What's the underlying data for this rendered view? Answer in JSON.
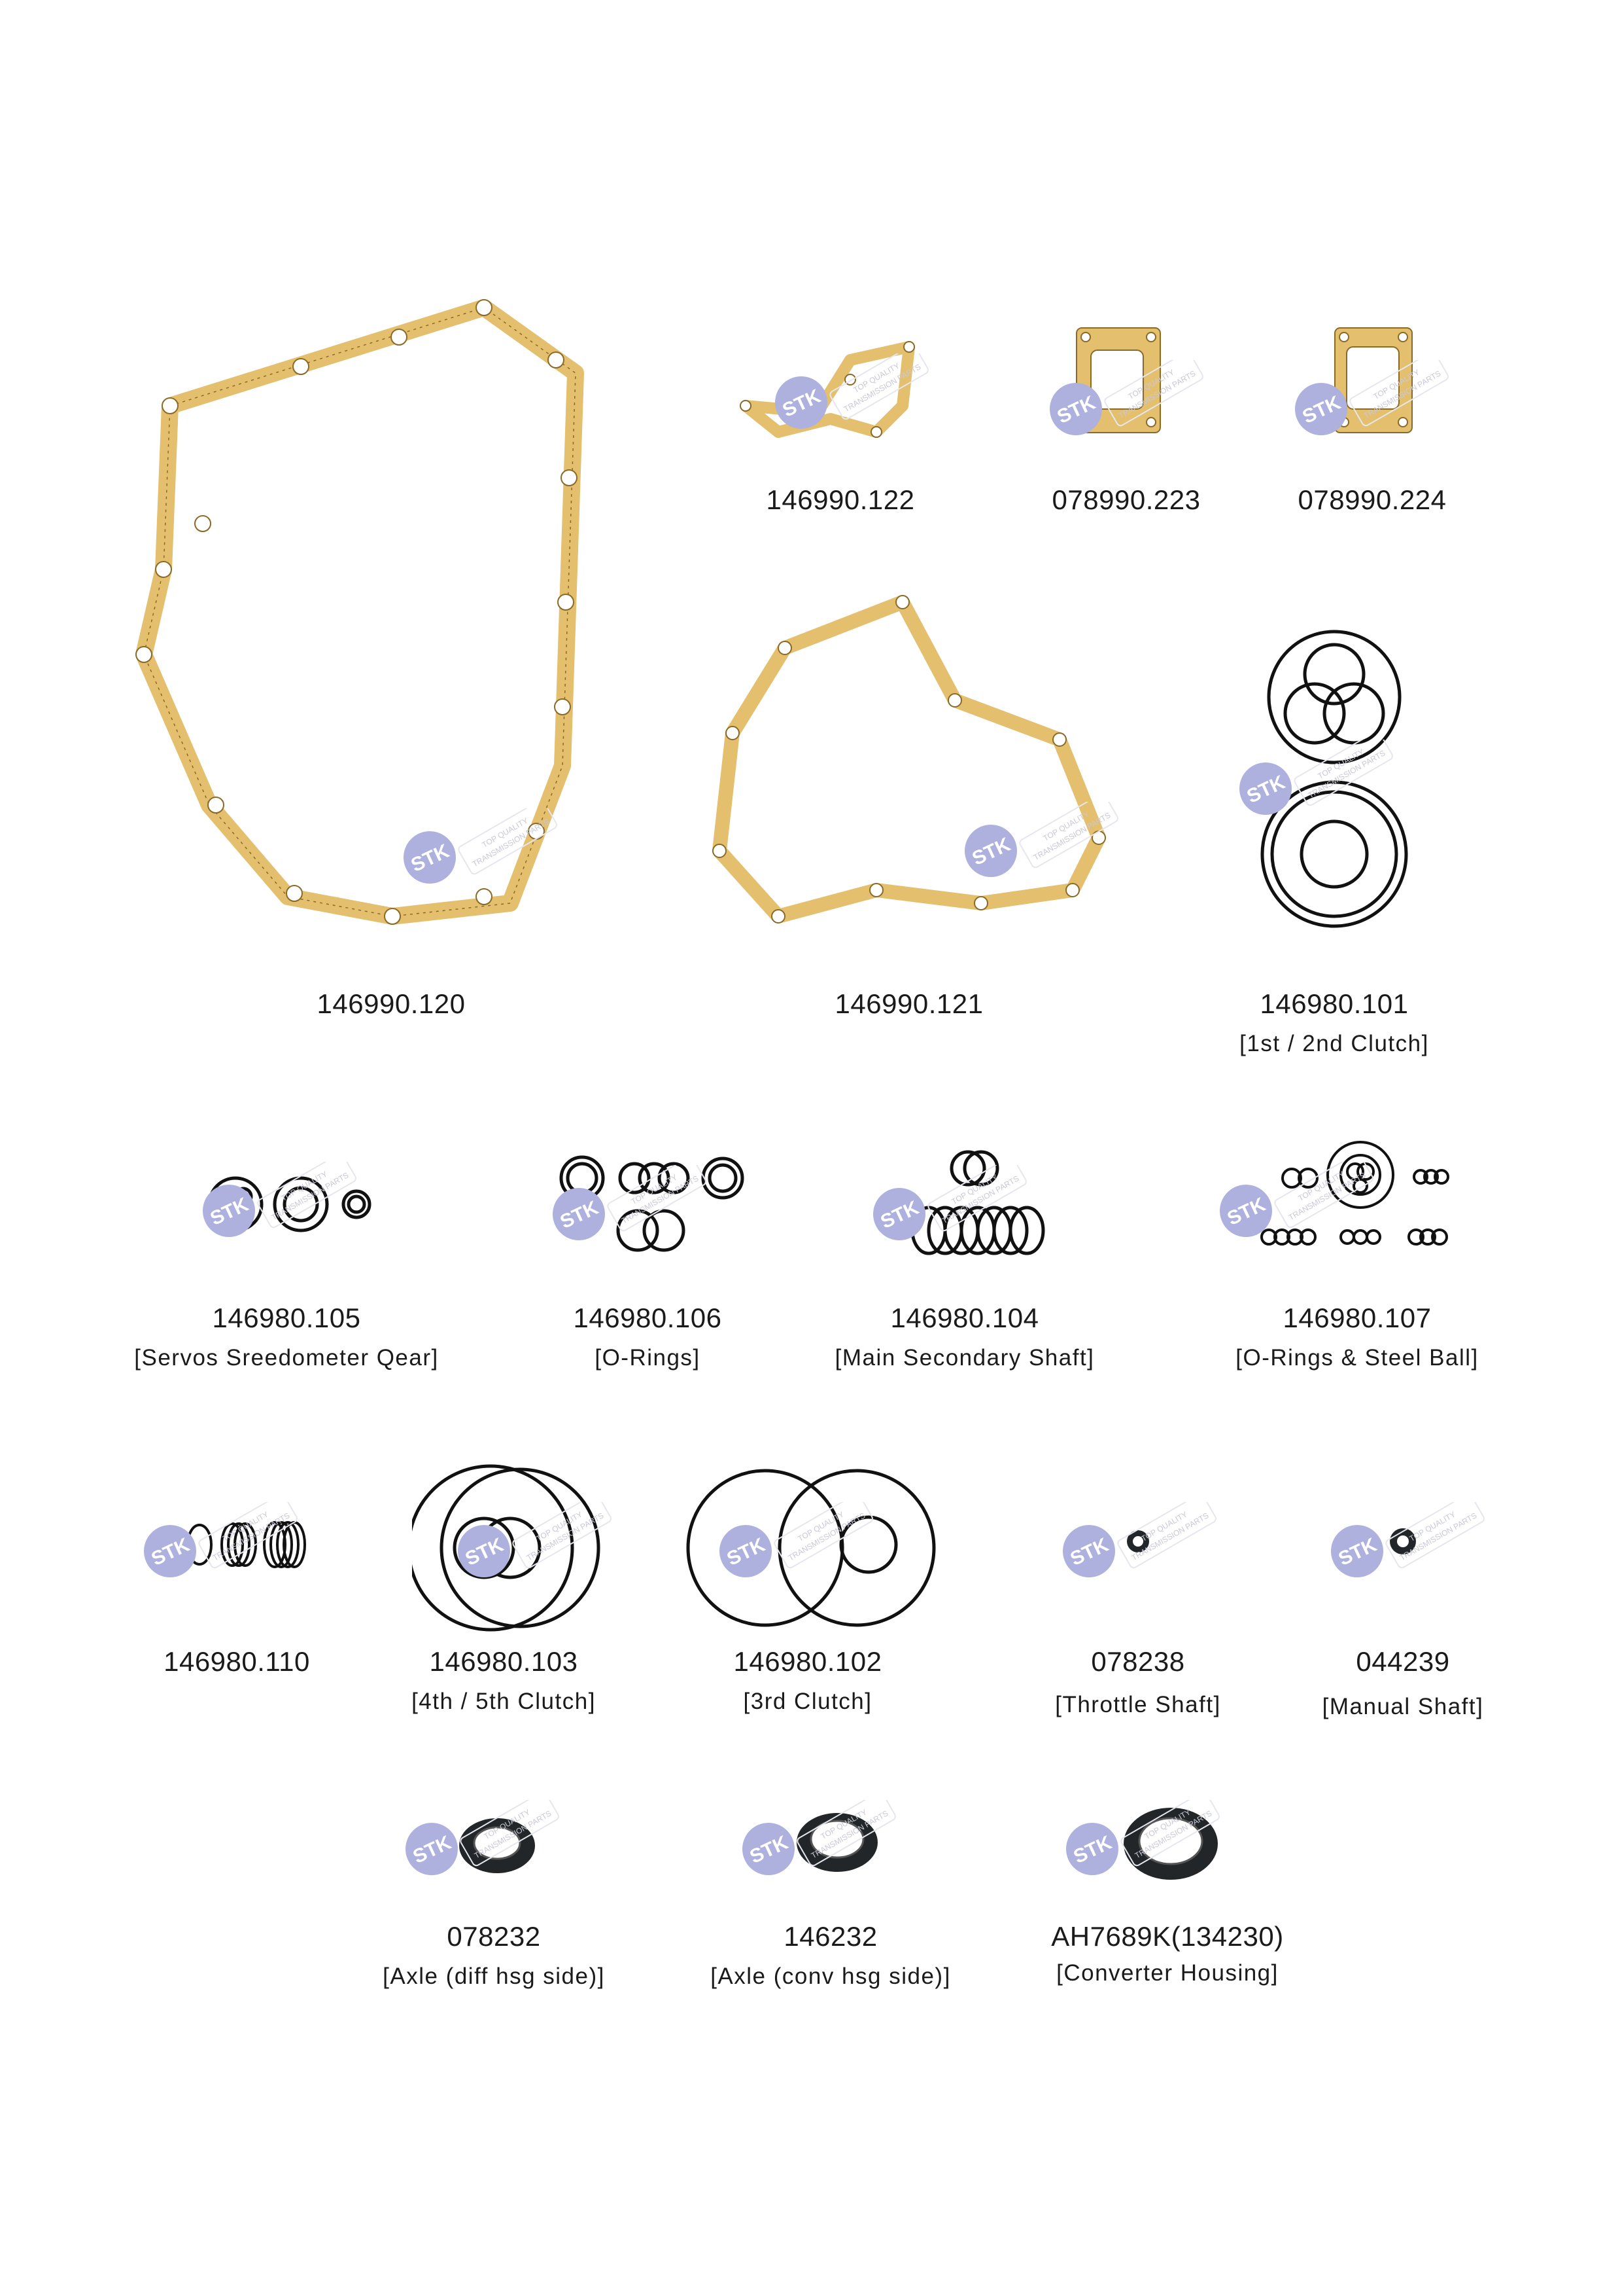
{
  "parts": [
    {
      "code": "146990.120",
      "desc": ""
    },
    {
      "code": "146990.122",
      "desc": ""
    },
    {
      "code": "078990.223",
      "desc": ""
    },
    {
      "code": "078990.224",
      "desc": ""
    },
    {
      "code": "146990.121",
      "desc": ""
    },
    {
      "code": "146980.101",
      "desc": "[1st / 2nd Clutch]"
    },
    {
      "code": "146980.105",
      "desc": "[Servos Sreedometer Qear]"
    },
    {
      "code": "146980.106",
      "desc": "[O-Rings]"
    },
    {
      "code": "146980.104",
      "desc": "[Main Secondary Shaft]"
    },
    {
      "code": "146980.107",
      "desc": "[O-Rings & Steel Ball]"
    },
    {
      "code": "146980.110",
      "desc": ""
    },
    {
      "code": "146980.103",
      "desc": "[4th / 5th Clutch]"
    },
    {
      "code": "146980.102",
      "desc": "[3rd Clutch]"
    },
    {
      "code": "078238",
      "desc": "[Throttle Shaft]"
    },
    {
      "code": "044239",
      "desc": "[Manual Shaft]"
    },
    {
      "code": "078232",
      "desc": "[Axle (diff hsg side)]"
    },
    {
      "code": "146232",
      "desc": "[Axle (conv hsg side)]"
    },
    {
      "code": "AH7689K(134230)",
      "desc": "[Converter Housing]"
    }
  ],
  "watermark": {
    "brand": "STK",
    "tagline": "TOP QUALITY TRANSMISSION PARTS"
  },
  "colors": {
    "gasket": "#e3bf6e",
    "gasket_edge": "#8a6a28",
    "ring": "#111111",
    "seal": "#222628",
    "logo": "#aeb0de"
  }
}
